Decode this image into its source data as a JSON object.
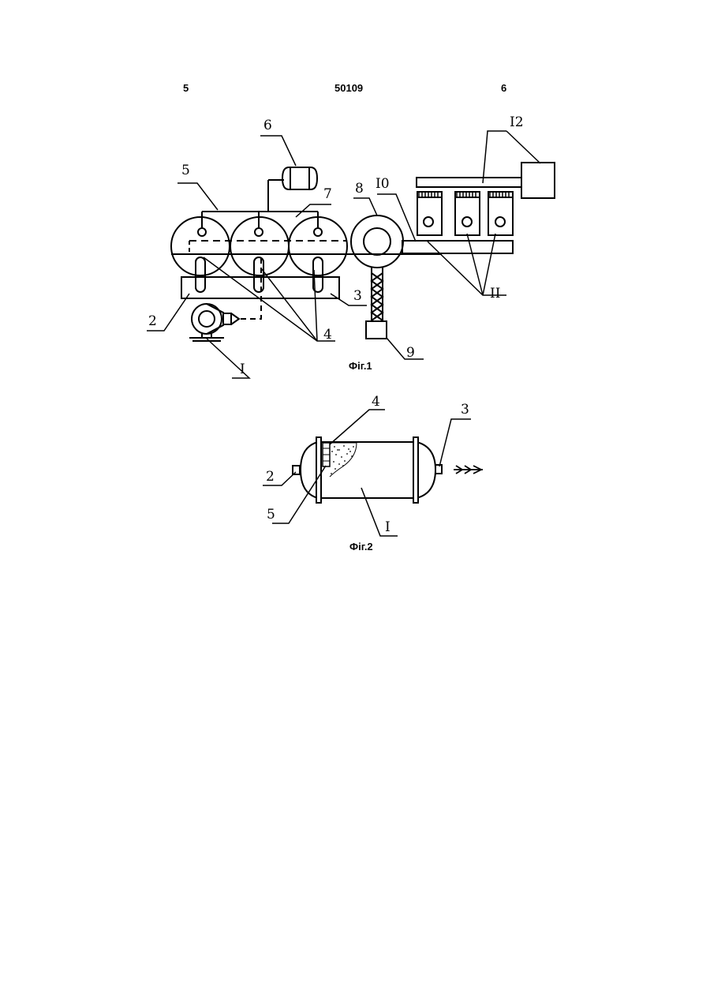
{
  "header": {
    "page_left": "5",
    "doc_number": "50109",
    "page_right": "6"
  },
  "figure1": {
    "caption": "Фіг.1",
    "labels": {
      "l1": "I",
      "l2": "2",
      "l3": "3",
      "l4": "4",
      "l5": "5",
      "l6": "6",
      "l7": "7",
      "l8": "8",
      "l9": "9",
      "l10": "I0",
      "l11": "II",
      "l12": "I2"
    }
  },
  "figure2": {
    "caption": "Фіг.2",
    "labels": {
      "l1": "I",
      "l2": "2",
      "l3": "3",
      "l4": "4",
      "l5": "5"
    }
  }
}
